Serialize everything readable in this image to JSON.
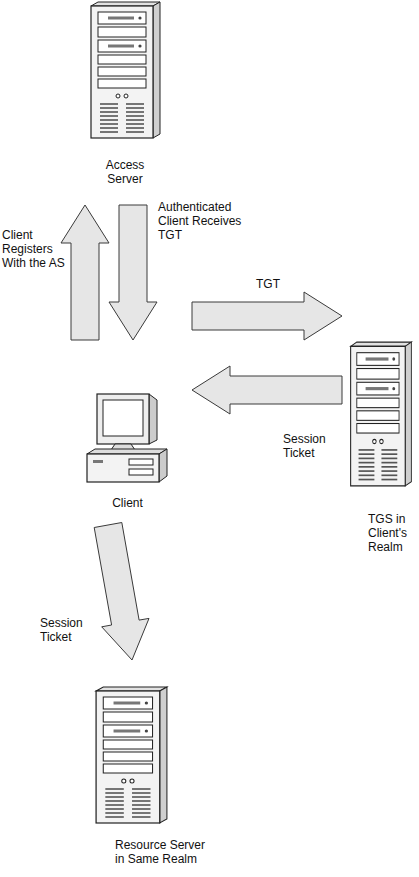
{
  "diagram": {
    "nodes": [
      {
        "text": [
          "Access Server"
        ]
      },
      {
        "text": [
          "Client"
        ]
      },
      {
        "text": [
          "TGS in Client's Realm"
        ]
      },
      {
        "text": [
          "Resource Server in Same Realm"
        ]
      }
    ],
    "edges": [
      {
        "from": 1,
        "to": 0,
        "arrow": "to",
        "label": "Client Registers With the AS"
      },
      {
        "from": 0,
        "to": 1,
        "arrow": "to",
        "label": "Authenticated Client Receives TGT"
      },
      {
        "from": 1,
        "to": 2,
        "arrow": "to",
        "label": "TGT"
      },
      {
        "from": 2,
        "to": 1,
        "arrow": "to",
        "label": "Session Ticket"
      },
      {
        "from": 1,
        "to": 3,
        "arrow": "to",
        "label": "Session Ticket"
      }
    ]
  }
}
